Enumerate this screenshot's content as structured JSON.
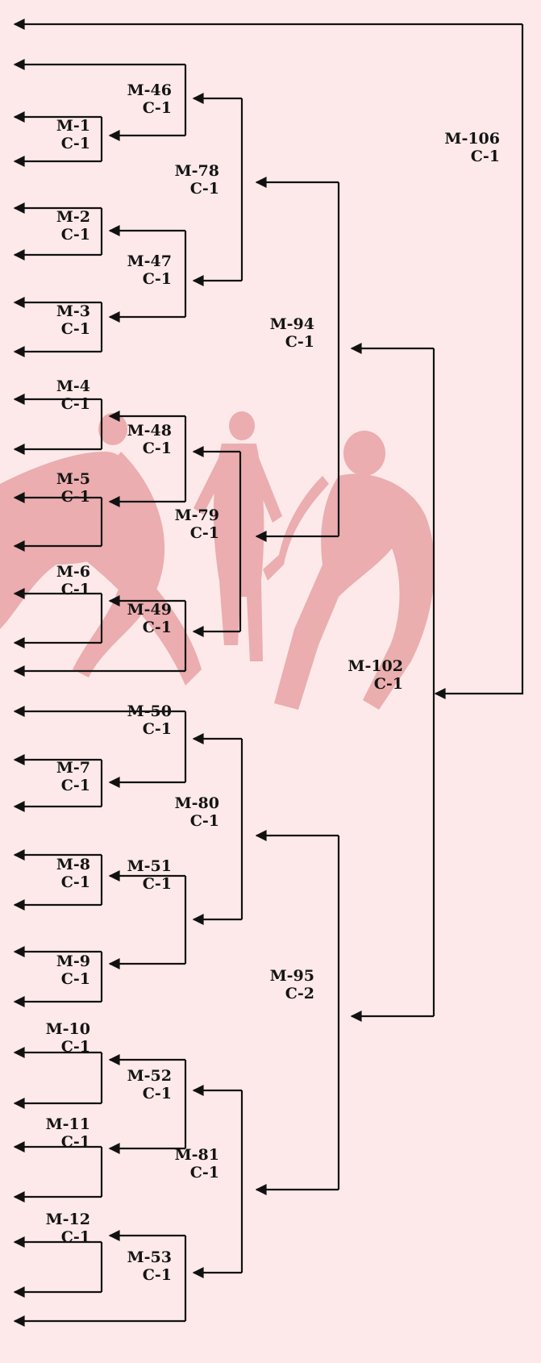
{
  "colors": {
    "background": "#fde9e9",
    "line": "#111111",
    "watermark": "#e8a3a5"
  },
  "watermark_icon": "jumping-player-silhouettes",
  "matches": [
    {
      "id": "m106",
      "line1": "M-106",
      "line2": "C-1"
    },
    {
      "id": "m46",
      "line1": "M-46",
      "line2": "C-1"
    },
    {
      "id": "m1",
      "line1": "M-1",
      "line2": "C-1"
    },
    {
      "id": "m78",
      "line1": "M-78",
      "line2": "C-1"
    },
    {
      "id": "m2",
      "line1": "M-2",
      "line2": "C-1"
    },
    {
      "id": "m47",
      "line1": "M-47",
      "line2": "C-1"
    },
    {
      "id": "m3",
      "line1": "M-3",
      "line2": "C-1"
    },
    {
      "id": "m94",
      "line1": "M-94",
      "line2": "C-1"
    },
    {
      "id": "m4",
      "line1": "M-4",
      "line2": "C-1"
    },
    {
      "id": "m48",
      "line1": "M-48",
      "line2": "C-1"
    },
    {
      "id": "m5",
      "line1": "M-5",
      "line2": "C-1"
    },
    {
      "id": "m79",
      "line1": "M-79",
      "line2": "C-1"
    },
    {
      "id": "m6",
      "line1": "M-6",
      "line2": "C-1"
    },
    {
      "id": "m49",
      "line1": "M-49",
      "line2": "C-1"
    },
    {
      "id": "m102",
      "line1": "M-102",
      "line2": "C-1"
    },
    {
      "id": "m50",
      "line1": "M-50",
      "line2": "C-1"
    },
    {
      "id": "m7",
      "line1": "M-7",
      "line2": "C-1"
    },
    {
      "id": "m80",
      "line1": "M-80",
      "line2": "C-1"
    },
    {
      "id": "m8",
      "line1": "M-8",
      "line2": "C-1"
    },
    {
      "id": "m51",
      "line1": "M-51",
      "line2": "C-1"
    },
    {
      "id": "m9",
      "line1": "M-9",
      "line2": "C-1"
    },
    {
      "id": "m95",
      "line1": "M-95",
      "line2": "C-2"
    },
    {
      "id": "m10",
      "line1": "M-10",
      "line2": "C-1"
    },
    {
      "id": "m52",
      "line1": "M-52",
      "line2": "C-1"
    },
    {
      "id": "m11",
      "line1": "M-11",
      "line2": "C-1"
    },
    {
      "id": "m81",
      "line1": "M-81",
      "line2": "C-1"
    },
    {
      "id": "m12",
      "line1": "M-12",
      "line2": "C-1"
    },
    {
      "id": "m53",
      "line1": "M-53",
      "line2": "C-1"
    }
  ]
}
